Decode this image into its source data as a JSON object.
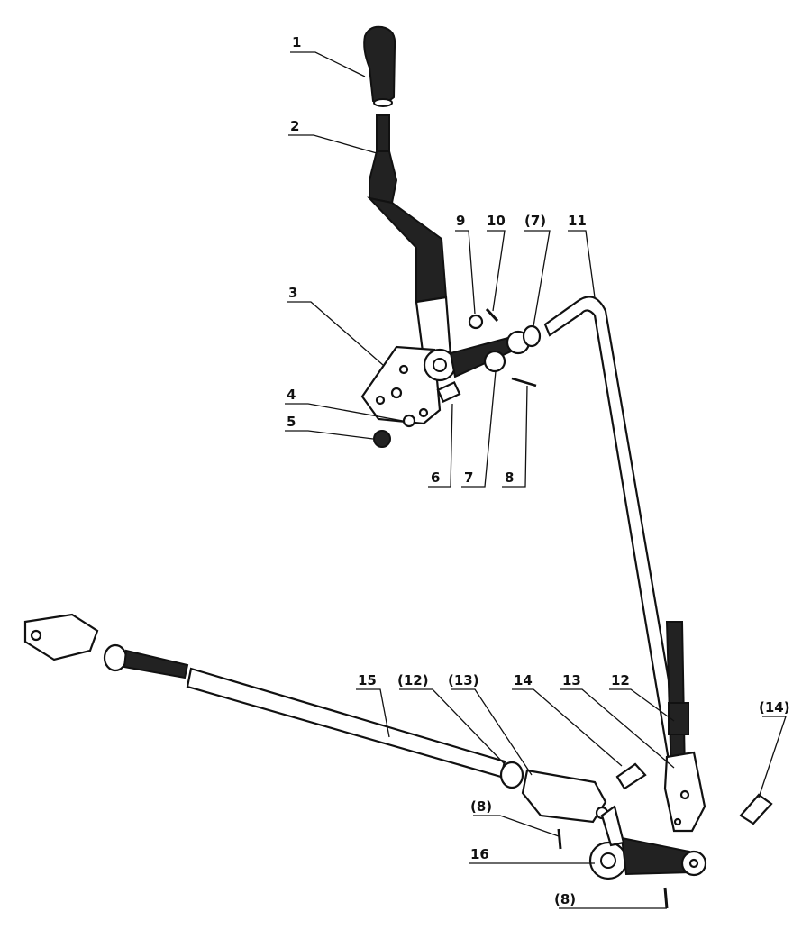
{
  "title": "Gear change lever and linkage exploded view",
  "callouts": {
    "c1": "1",
    "c2": "2",
    "c3": "3",
    "c4": "4",
    "c5": "5",
    "c6": "6",
    "c7": "7",
    "c8": "8",
    "c9": "9",
    "c10": "10",
    "c7b": "(7)",
    "c11": "11",
    "c15": "15",
    "c12b": "(12)",
    "c13b": "(13)",
    "c14": "14",
    "c13": "13",
    "c12": "12",
    "c14b": "(14)",
    "c8b": "(8)",
    "c16": "16",
    "c8c": "(8)"
  }
}
